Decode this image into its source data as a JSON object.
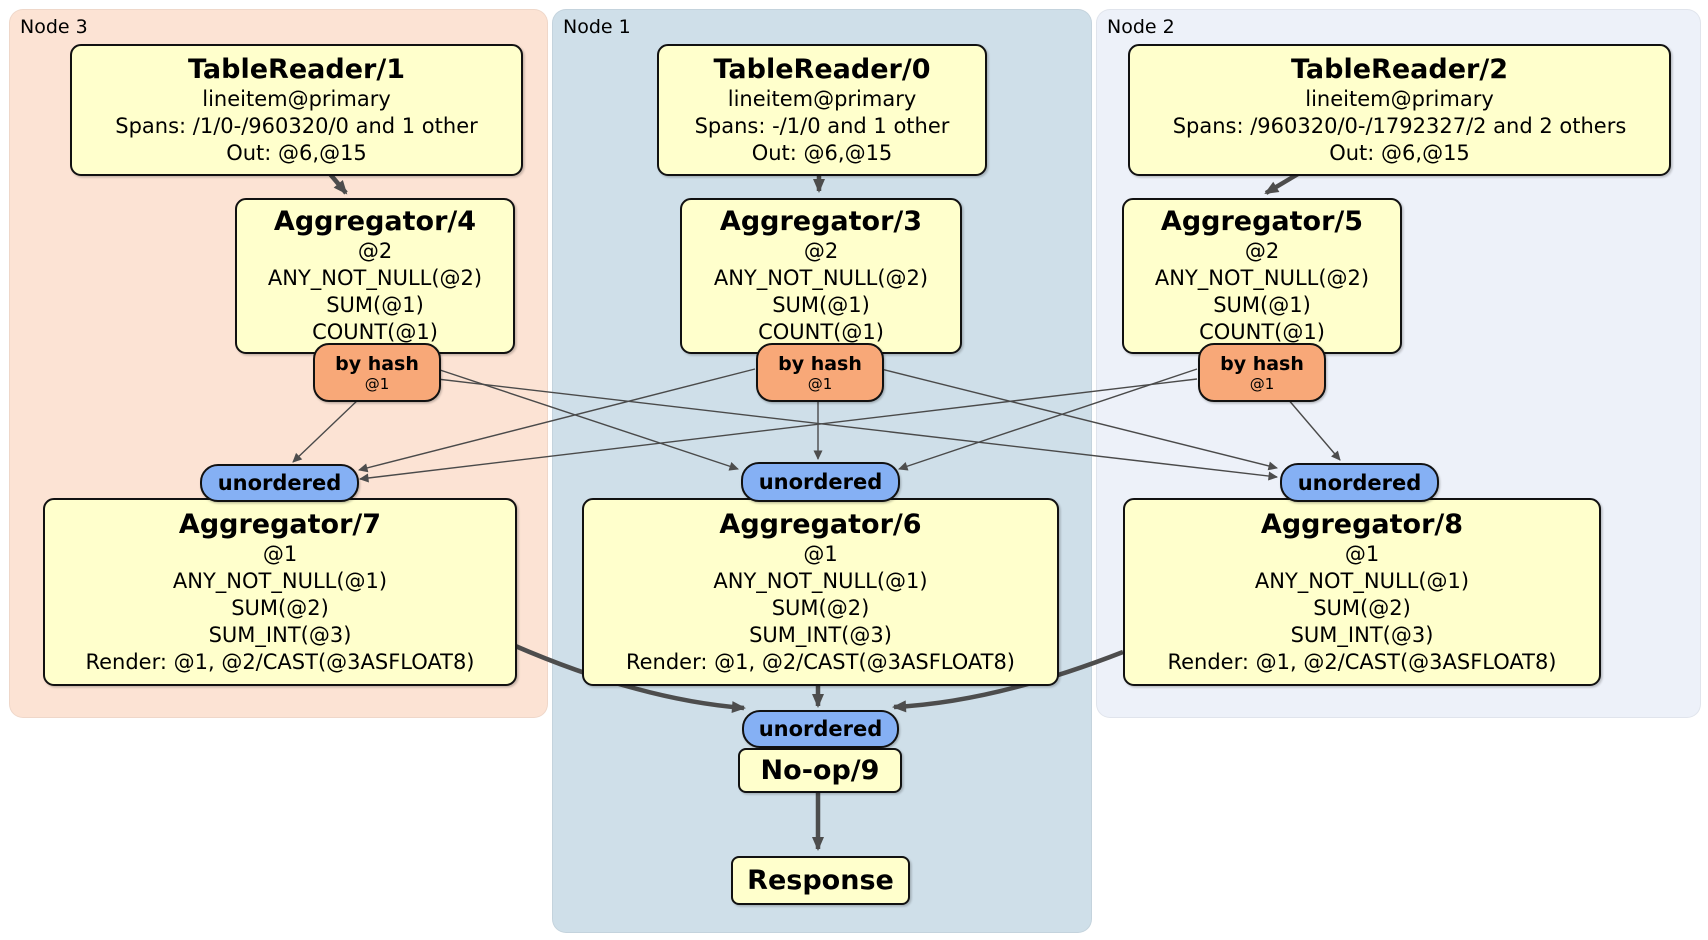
{
  "nodes": [
    {
      "label": "Node 3"
    },
    {
      "label": "Node 1"
    },
    {
      "label": "Node 2"
    }
  ],
  "processors": {
    "tr1": {
      "title": "TableReader/1",
      "lines": [
        "lineitem@primary",
        "Spans: /1/0-/960320/0 and 1 other",
        "Out: @6,@15"
      ]
    },
    "tr0": {
      "title": "TableReader/0",
      "lines": [
        "lineitem@primary",
        "Spans: -/1/0 and 1 other",
        "Out: @6,@15"
      ]
    },
    "tr2": {
      "title": "TableReader/2",
      "lines": [
        "lineitem@primary",
        "Spans: /960320/0-/1792327/2 and 2 others",
        "Out: @6,@15"
      ]
    },
    "agg4": {
      "title": "Aggregator/4",
      "lines": [
        "@2",
        "ANY_NOT_NULL(@2)",
        "SUM(@1)",
        "COUNT(@1)"
      ]
    },
    "agg3": {
      "title": "Aggregator/3",
      "lines": [
        "@2",
        "ANY_NOT_NULL(@2)",
        "SUM(@1)",
        "COUNT(@1)"
      ]
    },
    "agg5": {
      "title": "Aggregator/5",
      "lines": [
        "@2",
        "ANY_NOT_NULL(@2)",
        "SUM(@1)",
        "COUNT(@1)"
      ]
    },
    "agg7": {
      "title": "Aggregator/7",
      "lines": [
        "@1",
        "ANY_NOT_NULL(@1)",
        "SUM(@2)",
        "SUM_INT(@3)",
        "Render: @1, @2/CAST(@3ASFLOAT8)"
      ]
    },
    "agg6": {
      "title": "Aggregator/6",
      "lines": [
        "@1",
        "ANY_NOT_NULL(@1)",
        "SUM(@2)",
        "SUM_INT(@3)",
        "Render: @1, @2/CAST(@3ASFLOAT8)"
      ]
    },
    "agg8": {
      "title": "Aggregator/8",
      "lines": [
        "@1",
        "ANY_NOT_NULL(@1)",
        "SUM(@2)",
        "SUM_INT(@3)",
        "Render: @1, @2/CAST(@3ASFLOAT8)"
      ]
    },
    "noop": {
      "title": "No-op/9"
    },
    "response": {
      "title": "Response"
    }
  },
  "router": {
    "label": "by hash",
    "detail": "@1"
  },
  "sync": {
    "label": "unordered"
  },
  "colors": {
    "node3_bg": "#fce3d4",
    "node1_bg": "#cfdfe9",
    "node2_bg": "#edf1f9",
    "box_bg": "#ffffcc",
    "router_bg": "#f8a878",
    "sync_bg": "#85b0f4",
    "edge_thin": "#4a4a4a",
    "edge_thick": "#4d4d4d"
  }
}
